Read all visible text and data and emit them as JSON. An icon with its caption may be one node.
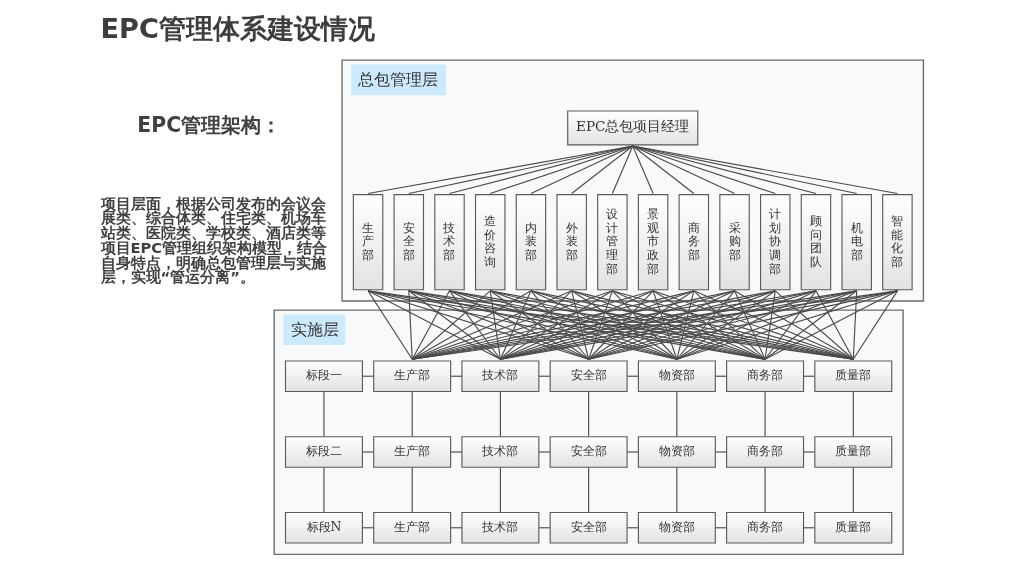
{
  "diagram": {
    "title": "EPC管理体系建设情况",
    "nodes": [
      {
        "text": [
          "总包管理层"
        ]
      },
      {
        "text": [
          "EPC总包项目经理"
        ],
        "in": 0
      },
      {
        "text": [
          "生产部"
        ],
        "in": 0
      },
      {
        "text": [
          "安全部"
        ],
        "in": 0
      },
      {
        "text": [
          "技术部"
        ],
        "in": 0
      },
      {
        "text": [
          "造价咨询"
        ],
        "in": 0
      },
      {
        "text": [
          "内装部"
        ],
        "in": 0
      },
      {
        "text": [
          "外装部"
        ],
        "in": 0
      },
      {
        "text": [
          "设计管理部"
        ],
        "in": 0
      },
      {
        "text": [
          "景观市政部"
        ],
        "in": 0
      },
      {
        "text": [
          "商务部"
        ],
        "in": 0
      },
      {
        "text": [
          "采购部"
        ],
        "in": 0
      },
      {
        "text": [
          "计划协调部"
        ],
        "in": 0
      },
      {
        "text": [
          "顾问团队"
        ],
        "in": 0
      },
      {
        "text": [
          "机电部"
        ],
        "in": 0
      },
      {
        "text": [
          "智能化部"
        ],
        "in": 0
      },
      {
        "text": [
          "实施层"
        ]
      },
      {
        "text": [
          "标段一"
        ],
        "in": 16
      },
      {
        "text": [
          "生产部"
        ],
        "in": 16
      },
      {
        "text": [
          "技术部"
        ],
        "in": 16
      },
      {
        "text": [
          "安全部"
        ],
        "in": 16
      },
      {
        "text": [
          "物资部"
        ],
        "in": 16
      },
      {
        "text": [
          "商务部"
        ],
        "in": 16
      },
      {
        "text": [
          "质量部"
        ],
        "in": 16
      },
      {
        "text": [
          "标段二"
        ],
        "in": 16
      },
      {
        "text": [
          "生产部"
        ],
        "in": 16
      },
      {
        "text": [
          "技术部"
        ],
        "in": 16
      },
      {
        "text": [
          "安全部"
        ],
        "in": 16
      },
      {
        "text": [
          "物资部"
        ],
        "in": 16
      },
      {
        "text": [
          "商务部"
        ],
        "in": 16
      },
      {
        "text": [
          "质量部"
        ],
        "in": 16
      },
      {
        "text": [
          "标段N"
        ],
        "in": 16
      },
      {
        "text": [
          "生产部"
        ],
        "in": 16
      },
      {
        "text": [
          "技术部"
        ],
        "in": 16
      },
      {
        "text": [
          "安全部"
        ],
        "in": 16
      },
      {
        "text": [
          "物资部"
        ],
        "in": 16
      },
      {
        "text": [
          "商务部"
        ],
        "in": 16
      },
      {
        "text": [
          "质量部"
        ],
        "in": 16
      }
    ],
    "edges": [
      {
        "from": 1,
        "to": 2,
        "arrow": "none"
      },
      {
        "from": 1,
        "to": 3,
        "arrow": "none"
      },
      {
        "from": 1,
        "to": 4,
        "arrow": "none"
      },
      {
        "from": 1,
        "to": 5,
        "arrow": "none"
      },
      {
        "from": 1,
        "to": 6,
        "arrow": "none"
      },
      {
        "from": 1,
        "to": 7,
        "arrow": "none"
      },
      {
        "from": 1,
        "to": 8,
        "arrow": "none"
      },
      {
        "from": 1,
        "to": 9,
        "arrow": "none"
      },
      {
        "from": 1,
        "to": 10,
        "arrow": "none"
      },
      {
        "from": 1,
        "to": 11,
        "arrow": "none"
      },
      {
        "from": 1,
        "to": 12,
        "arrow": "none"
      },
      {
        "from": 1,
        "to": 13,
        "arrow": "none"
      },
      {
        "from": 1,
        "to": 14,
        "arrow": "none"
      },
      {
        "from": 1,
        "to": 15,
        "arrow": "none"
      },
      {
        "from": 2,
        "to": 18,
        "arrow": "none"
      },
      {
        "from": 2,
        "to": 19,
        "arrow": "none"
      },
      {
        "from": 2,
        "to": 20,
        "arrow": "none"
      },
      {
        "from": 2,
        "to": 21,
        "arrow": "none"
      },
      {
        "from": 2,
        "to": 22,
        "arrow": "none"
      },
      {
        "from": 2,
        "to": 23,
        "arrow": "none"
      },
      {
        "from": 3,
        "to": 18,
        "arrow": "none"
      },
      {
        "from": 3,
        "to": 19,
        "arrow": "none"
      },
      {
        "from": 3,
        "to": 20,
        "arrow": "none"
      },
      {
        "from": 3,
        "to": 21,
        "arrow": "none"
      },
      {
        "from": 3,
        "to": 22,
        "arrow": "none"
      },
      {
        "from": 3,
        "to": 23,
        "arrow": "none"
      },
      {
        "from": 4,
        "to": 18,
        "arrow": "none"
      },
      {
        "from": 4,
        "to": 19,
        "arrow": "none"
      },
      {
        "from": 4,
        "to": 20,
        "arrow": "none"
      },
      {
        "from": 4,
        "to": 21,
        "arrow": "none"
      },
      {
        "from": 4,
        "to": 22,
        "arrow": "none"
      },
      {
        "from": 4,
        "to": 23,
        "arrow": "none"
      },
      {
        "from": 5,
        "to": 18,
        "arrow": "none"
      },
      {
        "from": 5,
        "to": 19,
        "arrow": "none"
      },
      {
        "from": 5,
        "to": 20,
        "arrow": "none"
      },
      {
        "from": 5,
        "to": 21,
        "arrow": "none"
      },
      {
        "from": 5,
        "to": 22,
        "arrow": "none"
      },
      {
        "from": 5,
        "to": 23,
        "arrow": "none"
      },
      {
        "from": 6,
        "to": 18,
        "arrow": "none"
      },
      {
        "from": 6,
        "to": 19,
        "arrow": "none"
      },
      {
        "from": 6,
        "to": 20,
        "arrow": "none"
      },
      {
        "from": 6,
        "to": 21,
        "arrow": "none"
      },
      {
        "from": 6,
        "to": 22,
        "arrow": "none"
      },
      {
        "from": 6,
        "to": 23,
        "arrow": "none"
      },
      {
        "from": 7,
        "to": 18,
        "arrow": "none"
      },
      {
        "from": 7,
        "to": 19,
        "arrow": "none"
      },
      {
        "from": 7,
        "to": 20,
        "arrow": "none"
      },
      {
        "from": 7,
        "to": 21,
        "arrow": "none"
      },
      {
        "from": 7,
        "to": 22,
        "arrow": "none"
      },
      {
        "from": 7,
        "to": 23,
        "arrow": "none"
      },
      {
        "from": 8,
        "to": 18,
        "arrow": "none"
      },
      {
        "from": 8,
        "to": 19,
        "arrow": "none"
      },
      {
        "from": 8,
        "to": 20,
        "arrow": "none"
      },
      {
        "from": 8,
        "to": 21,
        "arrow": "none"
      },
      {
        "from": 8,
        "to": 22,
        "arrow": "none"
      },
      {
        "from": 8,
        "to": 23,
        "arrow": "none"
      },
      {
        "from": 9,
        "to": 18,
        "arrow": "none"
      },
      {
        "from": 9,
        "to": 19,
        "arrow": "none"
      },
      {
        "from": 9,
        "to": 20,
        "arrow": "none"
      },
      {
        "from": 9,
        "to": 21,
        "arrow": "none"
      },
      {
        "from": 9,
        "to": 22,
        "arrow": "none"
      },
      {
        "from": 9,
        "to": 23,
        "arrow": "none"
      },
      {
        "from": 10,
        "to": 18,
        "arrow": "none"
      },
      {
        "from": 10,
        "to": 19,
        "arrow": "none"
      },
      {
        "from": 10,
        "to": 20,
        "arrow": "none"
      },
      {
        "from": 10,
        "to": 21,
        "arrow": "none"
      },
      {
        "from": 10,
        "to": 22,
        "arrow": "none"
      },
      {
        "from": 10,
        "to": 23,
        "arrow": "none"
      },
      {
        "from": 11,
        "to": 18,
        "arrow": "none"
      },
      {
        "from": 11,
        "to": 19,
        "arrow": "none"
      },
      {
        "from": 11,
        "to": 20,
        "arrow": "none"
      },
      {
        "from": 11,
        "to": 21,
        "arrow": "none"
      },
      {
        "from": 11,
        "to": 22,
        "arrow": "none"
      },
      {
        "from": 11,
        "to": 23,
        "arrow": "none"
      },
      {
        "from": 12,
        "to": 18,
        "arrow": "none"
      },
      {
        "from": 12,
        "to": 19,
        "arrow": "none"
      },
      {
        "from": 12,
        "to": 20,
        "arrow": "none"
      },
      {
        "from": 12,
        "to": 21,
        "arrow": "none"
      },
      {
        "from": 12,
        "to": 22,
        "arrow": "none"
      },
      {
        "from": 12,
        "to": 23,
        "arrow": "none"
      },
      {
        "from": 13,
        "to": 18,
        "arrow": "none"
      },
      {
        "from": 13,
        "to": 19,
        "arrow": "none"
      },
      {
        "from": 13,
        "to": 20,
        "arrow": "none"
      },
      {
        "from": 13,
        "to": 21,
        "arrow": "none"
      },
      {
        "from": 13,
        "to": 22,
        "arrow": "none"
      },
      {
        "from": 13,
        "to": 23,
        "arrow": "none"
      },
      {
        "from": 14,
        "to": 18,
        "arrow": "none"
      },
      {
        "from": 14,
        "to": 19,
        "arrow": "none"
      },
      {
        "from": 14,
        "to": 20,
        "arrow": "none"
      },
      {
        "from": 14,
        "to": 21,
        "arrow": "none"
      },
      {
        "from": 14,
        "to": 22,
        "arrow": "none"
      },
      {
        "from": 14,
        "to": 23,
        "arrow": "none"
      },
      {
        "from": 15,
        "to": 18,
        "arrow": "none"
      },
      {
        "from": 15,
        "to": 19,
        "arrow": "none"
      },
      {
        "from": 15,
        "to": 20,
        "arrow": "none"
      },
      {
        "from": 15,
        "to": 21,
        "arrow": "none"
      },
      {
        "from": 15,
        "to": 22,
        "arrow": "none"
      },
      {
        "from": 15,
        "to": 23,
        "arrow": "none"
      },
      {
        "from": 17,
        "to": 18,
        "arrow": "none"
      },
      {
        "from": 18,
        "to": 19,
        "arrow": "none"
      },
      {
        "from": 19,
        "to": 20,
        "arrow": "none"
      },
      {
        "from": 20,
        "to": 21,
        "arrow": "none"
      },
      {
        "from": 21,
        "to": 22,
        "arrow": "none"
      },
      {
        "from": 22,
        "to": 23,
        "arrow": "none"
      },
      {
        "from": 17,
        "to": 24,
        "arrow": "none"
      },
      {
        "from": 18,
        "to": 25,
        "arrow": "none"
      },
      {
        "from": 19,
        "to": 26,
        "arrow": "none"
      },
      {
        "from": 20,
        "to": 27,
        "arrow": "none"
      },
      {
        "from": 21,
        "to": 28,
        "arrow": "none"
      },
      {
        "from": 22,
        "to": 29,
        "arrow": "none"
      },
      {
        "from": 23,
        "to": 30,
        "arrow": "none"
      },
      {
        "from": 24,
        "to": 25,
        "arrow": "none"
      },
      {
        "from": 25,
        "to": 26,
        "arrow": "none"
      },
      {
        "from": 26,
        "to": 27,
        "arrow": "none"
      },
      {
        "from": 27,
        "to": 28,
        "arrow": "none"
      },
      {
        "from": 28,
        "to": 29,
        "arrow": "none"
      },
      {
        "from": 29,
        "to": 30,
        "arrow": "none"
      },
      {
        "from": 24,
        "to": 31,
        "arrow": "none"
      },
      {
        "from": 25,
        "to": 32,
        "arrow": "none"
      },
      {
        "from": 26,
        "to": 33,
        "arrow": "none"
      },
      {
        "from": 27,
        "to": 34,
        "arrow": "none"
      },
      {
        "from": 28,
        "to": 35,
        "arrow": "none"
      },
      {
        "from": 29,
        "to": 36,
        "arrow": "none"
      },
      {
        "from": 30,
        "to": 37,
        "arrow": "none"
      },
      {
        "from": 31,
        "to": 32,
        "arrow": "none"
      },
      {
        "from": 32,
        "to": 33,
        "arrow": "none"
      },
      {
        "from": 33,
        "to": 34,
        "arrow": "none"
      },
      {
        "from": 34,
        "to": 35,
        "arrow": "none"
      },
      {
        "from": 35,
        "to": 36,
        "arrow": "none"
      },
      {
        "from": 36,
        "to": 37,
        "arrow": "none"
      }
    ],
    "labels": [
      "EPC管理架构：",
      "项目层面，根据公司发布的会议会展类、综合体类、住宅类、机场车站类、医院类、学校类、酒店类等项目EPC管理组织架构模型，结合自身特点，明确总包管理层与实施层，实现“管运分离”。"
    ]
  }
}
